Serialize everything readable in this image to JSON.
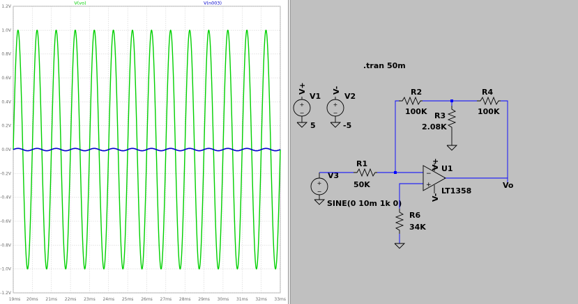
{
  "waveform": {
    "trace_labels": [
      {
        "text": "V(vo)",
        "color": "#00d000"
      },
      {
        "text": "V(n003)",
        "color": "#0000cc"
      }
    ],
    "y_ticks": [
      "1.2V",
      "1.0V",
      "0.8V",
      "0.6V",
      "0.4V",
      "0.2V",
      "0.0V",
      "-0.2V",
      "-0.4V",
      "-0.6V",
      "-0.8V",
      "-1.0V",
      "-1.2V"
    ],
    "x_ticks": [
      "19ms",
      "20ms",
      "21ms",
      "22ms",
      "23ms",
      "24ms",
      "25ms",
      "26ms",
      "27ms",
      "28ms",
      "29ms",
      "30ms",
      "31ms",
      "32ms",
      "33ms"
    ]
  },
  "chart_data": {
    "type": "line",
    "x_unit": "ms",
    "y_unit": "V",
    "xlim": [
      19,
      33
    ],
    "ylim": [
      -1.2,
      1.2
    ],
    "grid": true,
    "series": [
      {
        "name": "V(vo)",
        "color": "#00d000",
        "waveform": "sine",
        "amplitude": 1.0,
        "frequency_khz": 1.0,
        "offset": 0
      },
      {
        "name": "V(n003)",
        "color": "#0000cc",
        "waveform": "sine",
        "amplitude": 0.01,
        "frequency_khz": 1.0,
        "offset": 0
      }
    ]
  },
  "schematic": {
    "directive": ".tran 50m",
    "sources": [
      {
        "pin_label": "V+",
        "name": "V1",
        "value": "5"
      },
      {
        "pin_label": "V-",
        "name": "V2",
        "value": "-5"
      },
      {
        "name": "V3",
        "value": "SINE(0 10m 1k 0)"
      }
    ],
    "resistors": [
      {
        "name": "R1",
        "value": "50K"
      },
      {
        "name": "R2",
        "value": "100K"
      },
      {
        "name": "R3",
        "value": "2.08K"
      },
      {
        "name": "R4",
        "value": "100K"
      },
      {
        "name": "R6",
        "value": "34K"
      }
    ],
    "opamp": {
      "name": "U1",
      "model": "LT1358",
      "vplus_label": "V+",
      "vminus_label": "V-"
    },
    "output_label": "Vo"
  }
}
